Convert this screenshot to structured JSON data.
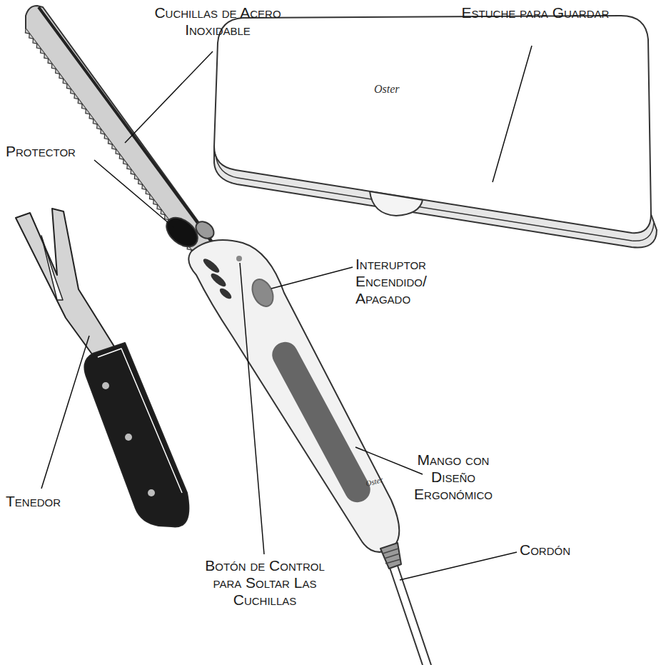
{
  "diagram": {
    "labels": [
      "Cuchillas de Acero Inoxidable",
      "Estuche para Guardar",
      "Protector",
      "Interuptor Encendido/ Apagado",
      "Mango con Diseño Ergonómico",
      "Tenedor",
      "Botón de Control para Soltar Las Cuchillas",
      "Cordón",
      "Oster",
      "Oster"
    ]
  }
}
